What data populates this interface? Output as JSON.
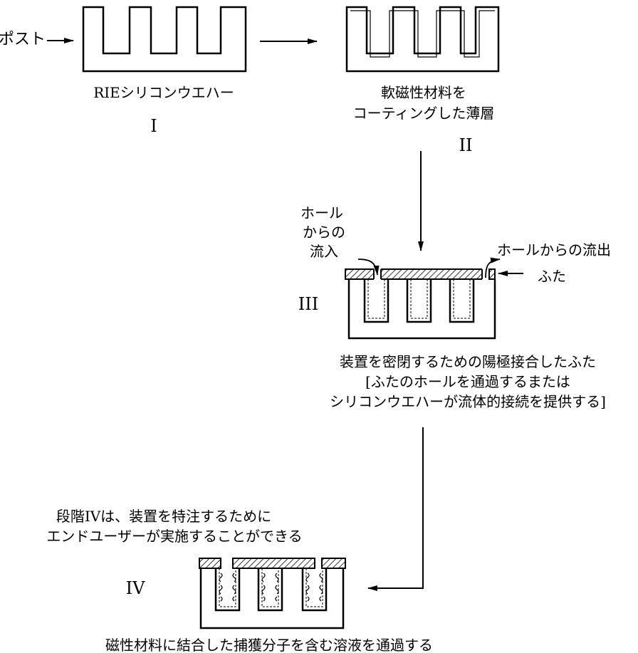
{
  "steps": {
    "s1": {
      "numeral": "I",
      "caption": "RIEシリコンウエハー",
      "post_label": "ポスト"
    },
    "s2": {
      "numeral": "II",
      "caption_line1": "軟磁性材料を",
      "caption_line2": "コーティングした薄層"
    },
    "s3": {
      "numeral": "III",
      "inflow_line1": "ホール",
      "inflow_line2": "からの",
      "inflow_line3": "流入",
      "outflow": "ホールからの流出",
      "lid": "ふた",
      "caption_line1": "装置を密閉するための陽極接合したふた",
      "caption_line2": "[ふたのホールを通過するまたは",
      "caption_line3": "シリコンウエハーが流体的接続を提供する]"
    },
    "s4": {
      "numeral": "IV",
      "note_line1": "段階IVは、装置を特注するために",
      "note_line2": "エンドユーザーが実施することができる",
      "caption": "磁性材料に結合した捕獲分子を含む溶液を通過する"
    }
  },
  "colors": {
    "ink": "#000000",
    "background": "#ffffff"
  }
}
